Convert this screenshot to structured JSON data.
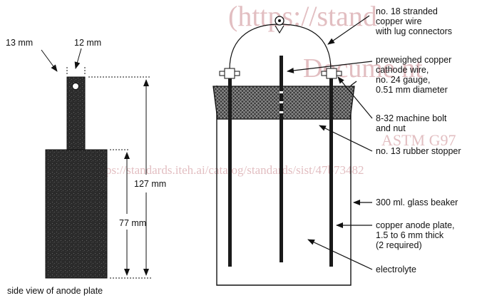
{
  "watermark": {
    "title": "(https://stand",
    "line2": "Docume nt",
    "std": "ASTM G97",
    "url": "https://standards.iteh.ai/catalog/standards/sist/47b73482"
  },
  "anode_view": {
    "dim_top_left": "13 mm",
    "dim_top_right": "12 mm",
    "dim_total_height": "127 mm",
    "dim_body_height": "77 mm",
    "caption": "side view of anode plate"
  },
  "labels": {
    "wire_1": "no. 18 stranded",
    "wire_2": "copper wire",
    "wire_3": "with lug connectors",
    "cathode_1": "preweighed copper",
    "cathode_2": "cathode wire,",
    "cathode_3": "no. 24 gauge,",
    "cathode_4": "0.51 mm diameter",
    "bolt_1": "8-32 machine bolt",
    "bolt_2": "and nut",
    "stopper": "no. 13 rubber stopper",
    "beaker": "300 ml. glass beaker",
    "anode_1": "copper anode plate,",
    "anode_2": "1.5 to 6 mm thick",
    "anode_3": "(2 required)",
    "electrolyte": "electrolyte"
  }
}
